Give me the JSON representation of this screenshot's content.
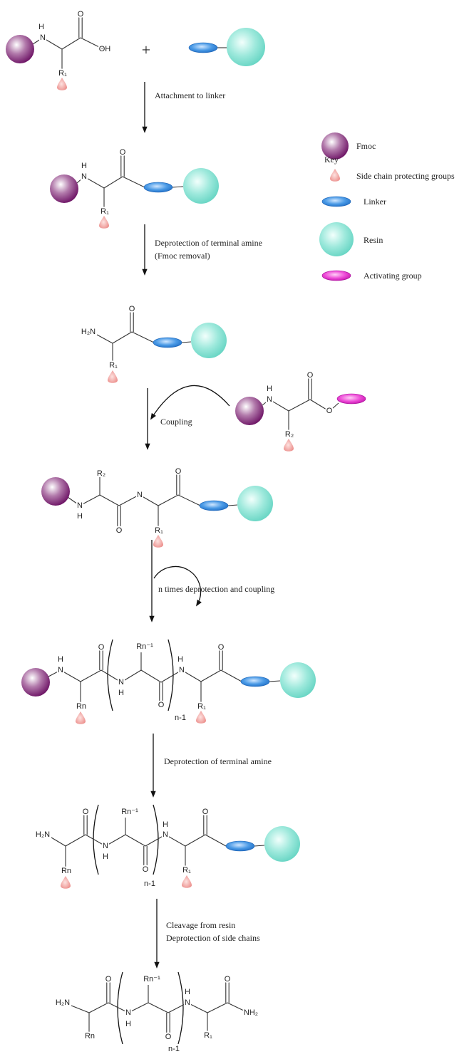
{
  "atoms": {
    "H": "H",
    "N": "N",
    "O": "O",
    "OH": "OH",
    "H2N": "H₂N",
    "NH2": "NH₂",
    "R1": "R₁",
    "R2": "R₂",
    "Rn": "Rn",
    "Rn_1": "Rn⁻¹",
    "n_1": "n-1"
  },
  "plus": "+",
  "steps": {
    "attach": "Attachment to linker",
    "deprotect1_line1": "Deprotection of terminal amine",
    "deprotect1_line2": "(Fmoc removal)",
    "coupling": "Coupling",
    "repeat": "n times deprotection and coupling",
    "deprotect2": "Deprotection of terminal amine",
    "cleave_line1": "Cleavage from resin",
    "cleave_line2": "Deprotection of side chains"
  },
  "key": {
    "title": "Key",
    "fmoc": "Fmoc",
    "side_chain": "Side chain protecting groups",
    "linker": "Linker",
    "resin": "Resin",
    "activating": "Activating group"
  },
  "colors": {
    "fmoc": "#7a1a70",
    "resin": "#6fdccb",
    "linker": "#2a7fd8",
    "side_chain": "#f09a96",
    "activating": "#e020c8"
  }
}
